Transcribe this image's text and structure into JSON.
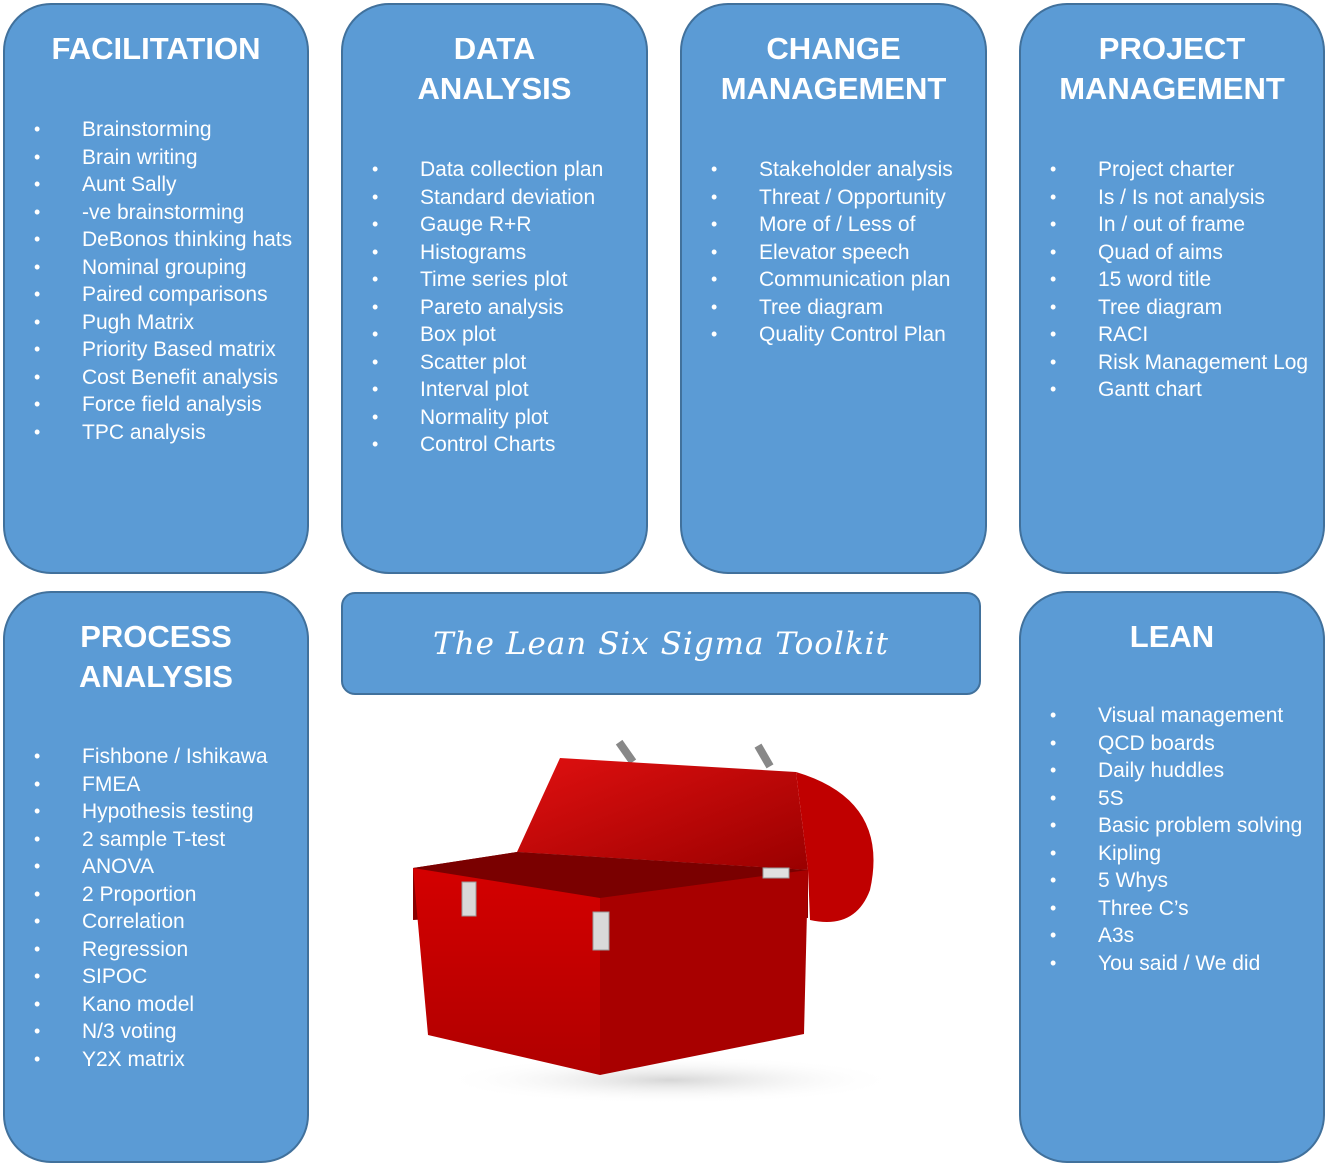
{
  "panels": {
    "facilitation": {
      "title": "FACILITATION",
      "items": [
        "Brainstorming",
        "Brain writing",
        "Aunt Sally",
        "-ve brainstorming",
        "DeBonos thinking hats",
        "Nominal grouping",
        "Paired comparisons",
        "Pugh Matrix",
        "Priority Based matrix",
        "Cost Benefit analysis",
        "Force field analysis",
        "TPC analysis"
      ]
    },
    "data_analysis": {
      "title": "DATA\nANALYSIS",
      "items": [
        "Data collection plan",
        "Standard deviation",
        "Gauge R+R",
        "Histograms",
        "Time series plot",
        "Pareto analysis",
        "Box plot",
        "Scatter plot",
        "Interval plot",
        "Normality plot",
        "Control Charts"
      ]
    },
    "change_management": {
      "title": "CHANGE\nMANAGEMENT",
      "items": [
        "Stakeholder analysis",
        "Threat / Opportunity",
        "More of / Less of",
        "Elevator speech",
        "Communication plan",
        "Tree diagram",
        "Quality Control Plan"
      ]
    },
    "project_management": {
      "title": "PROJECT\nMANAGEMENT",
      "items": [
        "Project charter",
        "Is / Is not analysis",
        "In / out of frame",
        "Quad of aims",
        "15 word title",
        "Tree diagram",
        "RACI",
        "Risk Management Log",
        "Gantt chart"
      ]
    },
    "process_analysis": {
      "title": "PROCESS\nANALYSIS",
      "items": [
        "Fishbone / Ishikawa",
        "FMEA",
        "Hypothesis testing",
        "2 sample T-test",
        "ANOVA",
        "2 Proportion",
        "Correlation",
        "Regression",
        "SIPOC",
        "Kano model",
        "N/3 voting",
        "Y2X matrix"
      ]
    },
    "lean": {
      "title": "LEAN",
      "items": [
        "Visual management",
        "QCD boards",
        "Daily huddles",
        "5S",
        "Basic problem solving",
        "Kipling",
        "5 Whys",
        "Three C’s",
        "A3s",
        "You said / We did"
      ]
    }
  },
  "banner": {
    "text": "The Lean Six Sigma Toolkit"
  },
  "colors": {
    "panel_fill": "#5b9bd5",
    "panel_border": "#41719c",
    "toolbox_red": "#c00000"
  },
  "icons": {
    "toolbox": "open-red-toolbox"
  }
}
